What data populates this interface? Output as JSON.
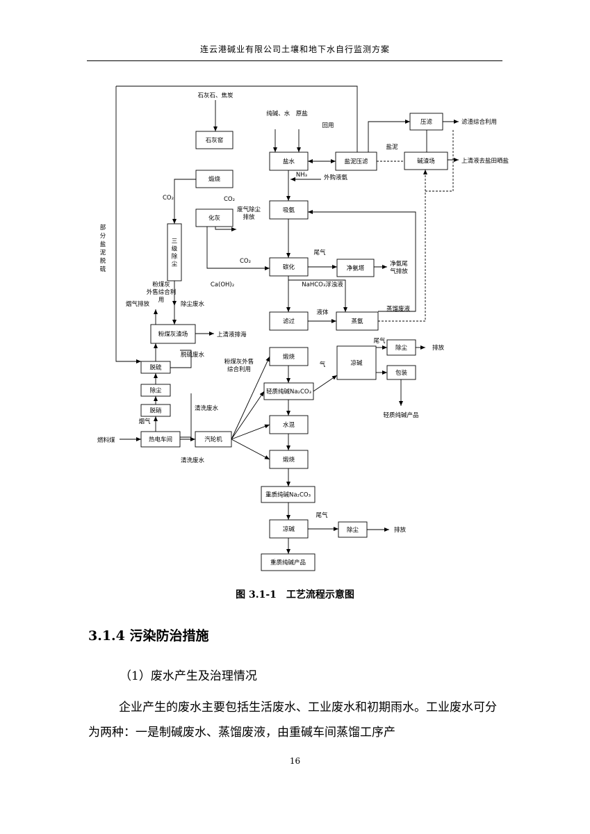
{
  "header": "连云港碱业有限公司土壤和地下水自行监测方案",
  "diagram": {
    "boxes": {
      "limestone_kiln": "石灰窑",
      "calcine1": "煅烧",
      "slaking": "化灰",
      "dust_3stage": "三级除尘",
      "brine": "盐水",
      "mud_press": "盐泥压滤",
      "filter_press": "压滤",
      "alkali_yard": "碱渣场",
      "ammonia_abs": "吸氨",
      "carbonation": "碳化",
      "ammonia_tower": "净氨塔",
      "filtration": "滤过",
      "distill": "蒸氨",
      "ash_yard": "粉煤灰渣场",
      "desulf": "脱硫",
      "dedust": "除尘",
      "denitr": "脱硝",
      "power": "热电车间",
      "turbine": "汽轮机",
      "calcine2": "煅烧",
      "light_ash": "轻质纯碱Na₂CO₃",
      "hydration": "水混",
      "calcine3": "煅烧",
      "dense_ash": "重质纯碱Na₂CO₃",
      "cooling_light": "凉碱",
      "dedust_light": "除尘",
      "packing": "包装",
      "cooling_dense": "凉碱",
      "dedust_dense": "除尘",
      "dense_product": "重质纯碱产品"
    },
    "labels": {
      "lime_coke": "石灰石、焦炭",
      "soda_water_salt": "纯碱、水　原盐",
      "recycle": "回用",
      "residue_use": "滤渣综合利用",
      "supernatant_salt": "上清液去盐田晒盐",
      "salt_mud": "盐泥",
      "nh3": "NH₃",
      "bought_nh3": "外购液氨",
      "co2_a": "CO₂",
      "co2_b": "CO₂",
      "co2_c": "CO₂",
      "waste_gas": "废气除尘排放",
      "partial_mud": "部分盐泥脱硫",
      "tail_gas1": "尾气",
      "purge_vent": "净氨尾气排放",
      "caoh2": "Ca(OH)₂",
      "nahco3": "NaHCO₃浮浊液",
      "flyash_use1": "粉煤灰外售综合利用",
      "smoke_vent": "烟气排放",
      "dust_water": "除尘废水",
      "liquid": "液体",
      "distill_waste": "蒸馏废液",
      "supernatant_sea": "上清液排海",
      "desulf_water": "脱硫废水",
      "flyash_use2": "粉煤灰外售综合利用",
      "gas": "气",
      "tail_gas2": "尾气",
      "vent1": "排放",
      "light_product": "轻质纯碱产品",
      "flue_gas": "烟气",
      "wash_water1": "清洗废水",
      "fuel_coal": "燃料煤",
      "wash_water2": "清洗废水",
      "tail_gas3": "尾气",
      "vent2": "排放"
    }
  },
  "caption": "图 3.1-1　工艺流程示意图",
  "section_title": "3.1.4 污染防治措施",
  "subsection": "（1）废水产生及治理情况",
  "paragraph": "企业产生的废水主要包括生活废水、工业废水和初期雨水。工业废水可分为两种：一是制碱废水、蒸馏废液，由重碱车间蒸馏工序产",
  "page_number": "16"
}
